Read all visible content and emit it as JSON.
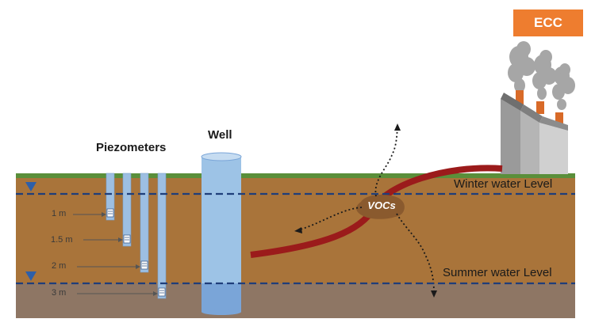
{
  "labels": {
    "piezometers": "Piezometers",
    "well": "Well",
    "ecc": "ECC",
    "vocs": "VOCs",
    "winter_level": "Winter water Level",
    "summer_level": "Summer water Level"
  },
  "piezometer_depths": [
    "1 m",
    "1.5 m",
    "2 m",
    "3 m"
  ],
  "colors": {
    "grass": "#5a8f3a",
    "soil_upper": "#a9743a",
    "soil_lower": "#8e7664",
    "water_line": "#1f3e7a",
    "pipe": "#9b1b1b",
    "well": "#9dc3e6",
    "ecc": "#ee7d2f",
    "chimney": "#d86a28",
    "smoke": "#a6a6a6"
  }
}
